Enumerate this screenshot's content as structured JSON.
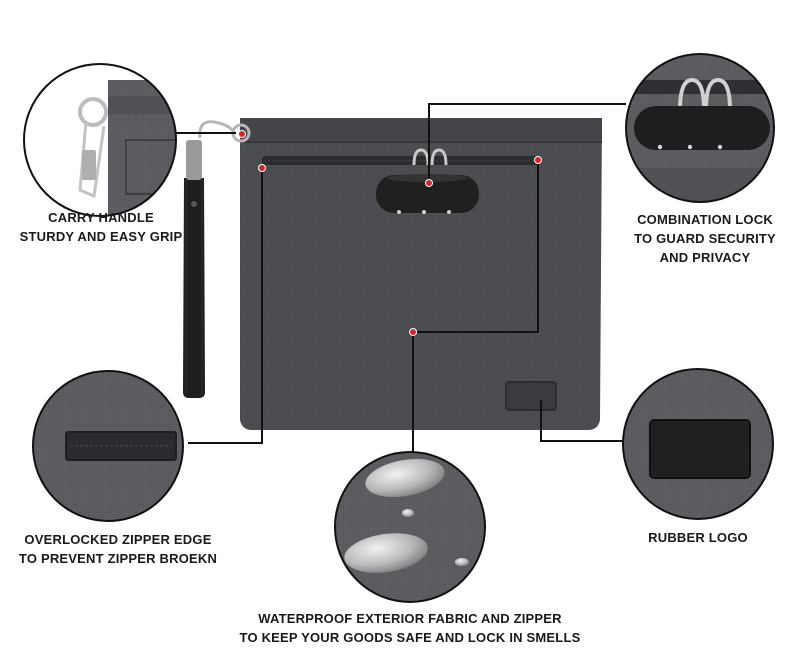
{
  "callouts": {
    "carry_handle": {
      "lines": [
        "CARRY HANDLE",
        "STURDY AND EASY GRIP"
      ]
    },
    "combination_lock": {
      "lines": [
        "COMBINATION LOCK",
        "TO GUARD SECURITY",
        "AND PRIVACY"
      ]
    },
    "overlocked_zipper": {
      "lines": [
        "OVERLOCKED ZIPPER EDGE",
        "TO PREVENT ZIPPER BROEKN"
      ]
    },
    "rubber_logo": {
      "lines": [
        "RUBBER LOGO"
      ]
    },
    "waterproof": {
      "lines": [
        "WATERPROOF EXTERIOR FABRIC AND ZIPPER",
        "TO KEEP YOUR GOODS SAFE AND LOCK IN SMELLS"
      ]
    }
  },
  "colors": {
    "background": "#ffffff",
    "fabric": "#4a4b4e",
    "fabric_dark": "#3a3b3e",
    "strap": "#1e1e1f",
    "leader_line": "#111111",
    "marker": "#d8232a",
    "text": "#1a1a1a"
  },
  "icons": [
    "lock-icon",
    "zipper-icon",
    "carabiner-icon",
    "water-drop-icon",
    "rubber-patch-icon"
  ]
}
